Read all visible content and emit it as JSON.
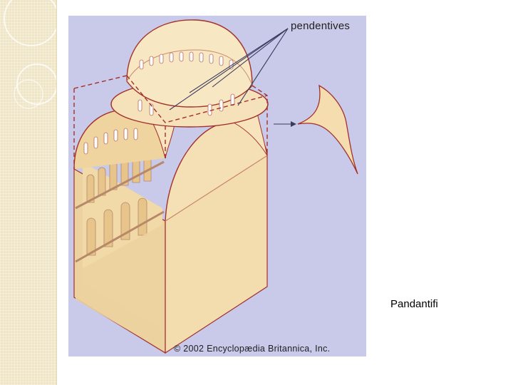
{
  "figure": {
    "callout_label": "pendentives",
    "credit": "© 2002 Encyclopædia Britannica, Inc."
  },
  "slide": {
    "caption": "Pandantifi"
  },
  "colors": {
    "figure_background": "#c9c9ea",
    "stone": "#f3dcae",
    "outline": "#a2302b",
    "side_strip": "#efe4c4"
  }
}
